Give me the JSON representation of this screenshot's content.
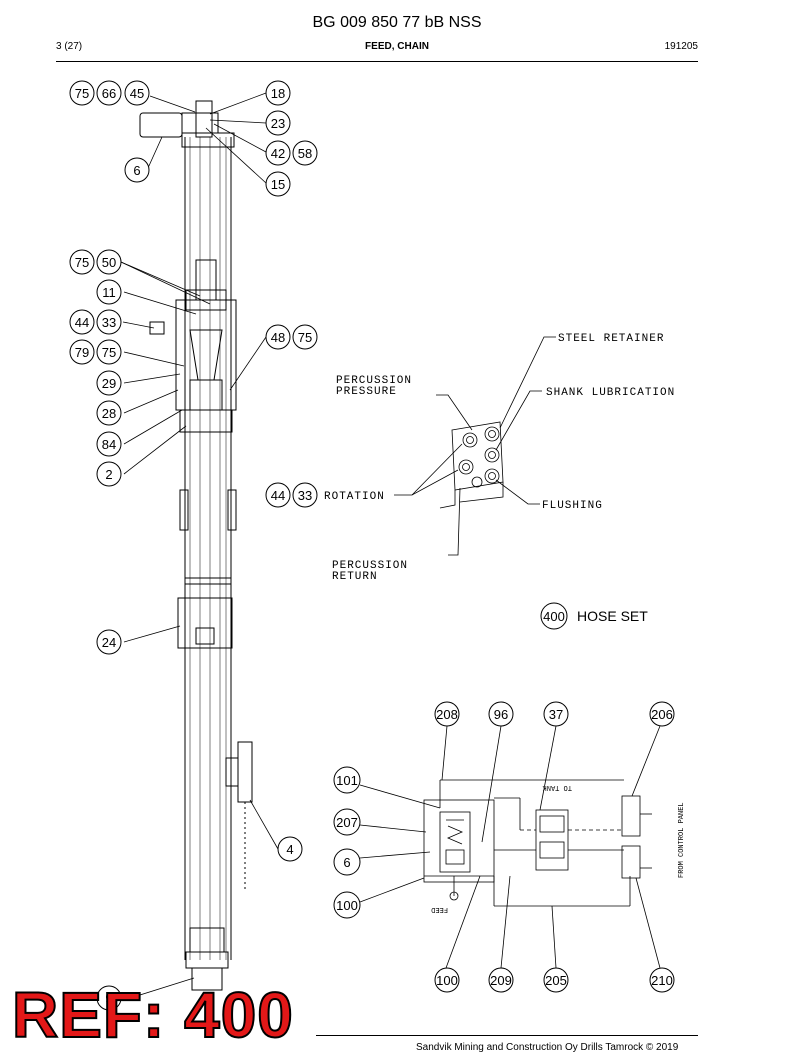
{
  "header": {
    "title": "BG 009 850 77 bB NSS",
    "page": "3 (27)",
    "section": "FEED, CHAIN",
    "date": "191205"
  },
  "callouts_feed": [
    "75",
    "66",
    "45",
    "18",
    "23",
    "42",
    "58",
    "6",
    "15",
    "75",
    "50",
    "11",
    "44",
    "33",
    "79",
    "75",
    "29",
    "28",
    "84",
    "2",
    "48",
    "75",
    "24",
    "4",
    "9"
  ],
  "hose_labels": {
    "steel_retainer": "STEEL RETAINER",
    "percussion_pressure_1": "PERCUSSION",
    "percussion_pressure_2": "PRESSURE",
    "shank_lubrication": "SHANK LUBRICATION",
    "rotation": "ROTATION",
    "flushing": "FLUSHING",
    "percussion_return_1": "PERCUSSION",
    "percussion_return_2": "RETURN",
    "rotation_callouts": [
      "44",
      "33"
    ]
  },
  "hose_set": {
    "number": "400",
    "label": "HOSE SET"
  },
  "schematic": {
    "callouts_top": [
      "208",
      "96",
      "37",
      "206"
    ],
    "callouts_left": [
      "101",
      "207",
      "6",
      "100"
    ],
    "callouts_bottom": [
      "100",
      "209",
      "205",
      "210"
    ],
    "to_tank": "TO TANK",
    "from_control_panel": "FROM CONTROL PANEL",
    "feed": "FEED"
  },
  "ref_stamp": "REF: 400",
  "footer": "Sandvik Mining and Construction Oy Drills Tamrock © 2019"
}
